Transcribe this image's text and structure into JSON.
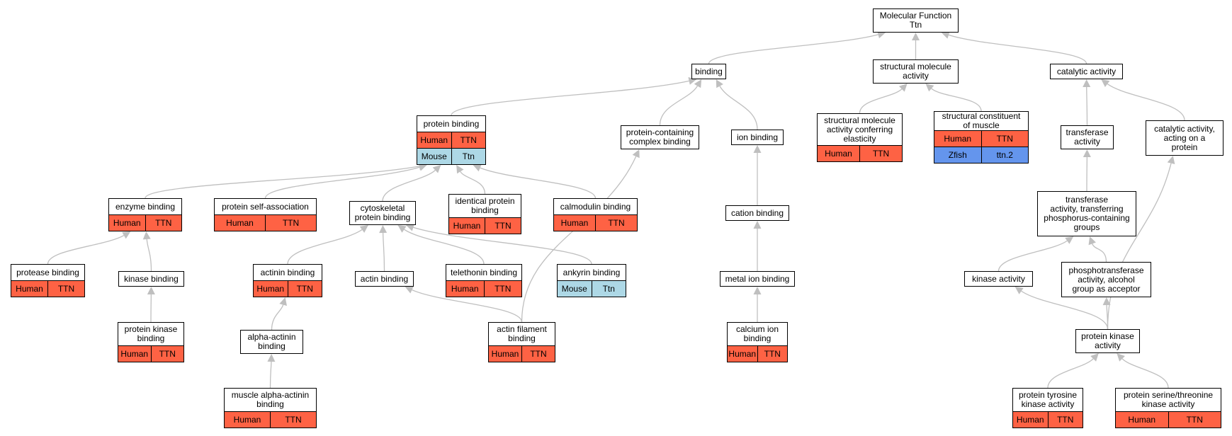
{
  "colors": {
    "human": "#fe6244",
    "mouse": "#add8e6",
    "zfish": "#6495ed",
    "edge": "#bfbfbf",
    "border": "#000000"
  },
  "nodes": [
    {
      "id": "mf",
      "label": "Molecular Function\nTtn",
      "anno": []
    },
    {
      "id": "binding",
      "label": "binding",
      "anno": []
    },
    {
      "id": "structural",
      "label": "structural molecule\nactivity",
      "anno": []
    },
    {
      "id": "catalytic",
      "label": "catalytic activity",
      "anno": []
    },
    {
      "id": "protein-binding",
      "label": "protein binding",
      "anno": [
        [
          "Human",
          "TTN"
        ],
        [
          "Mouse",
          "Ttn"
        ]
      ]
    },
    {
      "id": "complex-binding",
      "label": "protein-containing\ncomplex binding",
      "anno": []
    },
    {
      "id": "ion-binding",
      "label": "ion binding",
      "anno": []
    },
    {
      "id": "elasticity",
      "label": "structural molecule\nactivity conferring\nelasticity",
      "anno": [
        [
          "Human",
          "TTN"
        ]
      ]
    },
    {
      "id": "constituent-muscle",
      "label": "structural constituent\nof muscle",
      "anno": [
        [
          "Human",
          "TTN"
        ],
        [
          "Zfish",
          "ttn.2"
        ]
      ]
    },
    {
      "id": "transferase",
      "label": "transferase\nactivity",
      "anno": []
    },
    {
      "id": "catalytic-protein",
      "label": "catalytic activity,\nacting on a\nprotein",
      "anno": []
    },
    {
      "id": "enzyme-binding",
      "label": "enzyme binding",
      "anno": [
        [
          "Human",
          "TTN"
        ]
      ]
    },
    {
      "id": "self-association",
      "label": "protein self-association",
      "anno": [
        [
          "Human",
          "TTN"
        ]
      ]
    },
    {
      "id": "cytoskeletal",
      "label": "cytoskeletal\nprotein binding",
      "anno": []
    },
    {
      "id": "identical",
      "label": "identical protein\nbinding",
      "anno": [
        [
          "Human",
          "TTN"
        ]
      ]
    },
    {
      "id": "calmodulin",
      "label": "calmodulin binding",
      "anno": [
        [
          "Human",
          "TTN"
        ]
      ]
    },
    {
      "id": "cation",
      "label": "cation binding",
      "anno": []
    },
    {
      "id": "transferase-phospho",
      "label": "transferase\nactivity, transferring\nphosphorus-containing\ngroups",
      "anno": []
    },
    {
      "id": "protease",
      "label": "protease binding",
      "anno": [
        [
          "Human",
          "TTN"
        ]
      ]
    },
    {
      "id": "kinase-binding",
      "label": "kinase binding",
      "anno": []
    },
    {
      "id": "actinin",
      "label": "actinin binding",
      "anno": [
        [
          "Human",
          "TTN"
        ]
      ]
    },
    {
      "id": "actin",
      "label": "actin binding",
      "anno": []
    },
    {
      "id": "telethonin",
      "label": "telethonin binding",
      "anno": [
        [
          "Human",
          "TTN"
        ]
      ]
    },
    {
      "id": "ankyrin",
      "label": "ankyrin binding",
      "anno": [
        [
          "Mouse",
          "Ttn"
        ]
      ]
    },
    {
      "id": "metal-ion",
      "label": "metal ion binding",
      "anno": []
    },
    {
      "id": "kinase-activity",
      "label": "kinase activity",
      "anno": []
    },
    {
      "id": "phosphotransferase",
      "label": "phosphotransferase\nactivity, alcohol\ngroup as acceptor",
      "anno": []
    },
    {
      "id": "protein-kinase-binding",
      "label": "protein kinase\nbinding",
      "anno": [
        [
          "Human",
          "TTN"
        ]
      ]
    },
    {
      "id": "alpha-actinin",
      "label": "alpha-actinin\nbinding",
      "anno": []
    },
    {
      "id": "actin-filament",
      "label": "actin filament\nbinding",
      "anno": [
        [
          "Human",
          "TTN"
        ]
      ]
    },
    {
      "id": "calcium",
      "label": "calcium ion\nbinding",
      "anno": [
        [
          "Human",
          "TTN"
        ]
      ]
    },
    {
      "id": "protein-kinase-activity",
      "label": "protein kinase\nactivity",
      "anno": []
    },
    {
      "id": "muscle-alpha-actinin",
      "label": "muscle alpha-actinin\nbinding",
      "anno": [
        [
          "Human",
          "TTN"
        ]
      ]
    },
    {
      "id": "tyrosine-kinase",
      "label": "protein tyrosine\nkinase activity",
      "anno": [
        [
          "Human",
          "TTN"
        ]
      ]
    },
    {
      "id": "serine-kinase",
      "label": "protein serine/threonine\nkinase activity",
      "anno": [
        [
          "Human",
          "TTN"
        ]
      ]
    }
  ],
  "edges": [
    [
      "binding",
      "mf"
    ],
    [
      "structural",
      "mf"
    ],
    [
      "catalytic",
      "mf"
    ],
    [
      "protein-binding",
      "binding"
    ],
    [
      "complex-binding",
      "binding"
    ],
    [
      "ion-binding",
      "binding"
    ],
    [
      "elasticity",
      "structural"
    ],
    [
      "constituent-muscle",
      "structural"
    ],
    [
      "transferase",
      "catalytic"
    ],
    [
      "catalytic-protein",
      "catalytic"
    ],
    [
      "enzyme-binding",
      "protein-binding"
    ],
    [
      "self-association",
      "protein-binding"
    ],
    [
      "cytoskeletal",
      "protein-binding"
    ],
    [
      "identical",
      "protein-binding"
    ],
    [
      "calmodulin",
      "protein-binding"
    ],
    [
      "cation",
      "ion-binding"
    ],
    [
      "transferase-phospho",
      "transferase"
    ],
    [
      "protease",
      "enzyme-binding"
    ],
    [
      "kinase-binding",
      "enzyme-binding"
    ],
    [
      "actinin",
      "cytoskeletal"
    ],
    [
      "actin",
      "cytoskeletal"
    ],
    [
      "telethonin",
      "cytoskeletal"
    ],
    [
      "ankyrin",
      "cytoskeletal"
    ],
    [
      "metal-ion",
      "cation"
    ],
    [
      "kinase-activity",
      "transferase-phospho"
    ],
    [
      "phosphotransferase",
      "transferase-phospho"
    ],
    [
      "protein-kinase-binding",
      "kinase-binding"
    ],
    [
      "alpha-actinin",
      "actinin"
    ],
    [
      "actin-filament",
      "actin"
    ],
    [
      "actin-filament",
      "complex-binding"
    ],
    [
      "calcium",
      "metal-ion"
    ],
    [
      "protein-kinase-activity",
      "kinase-activity"
    ],
    [
      "protein-kinase-activity",
      "phosphotransferase"
    ],
    [
      "protein-kinase-activity",
      "catalytic-protein"
    ],
    [
      "muscle-alpha-actinin",
      "alpha-actinin"
    ],
    [
      "tyrosine-kinase",
      "protein-kinase-activity"
    ],
    [
      "serine-kinase",
      "protein-kinase-activity"
    ]
  ]
}
